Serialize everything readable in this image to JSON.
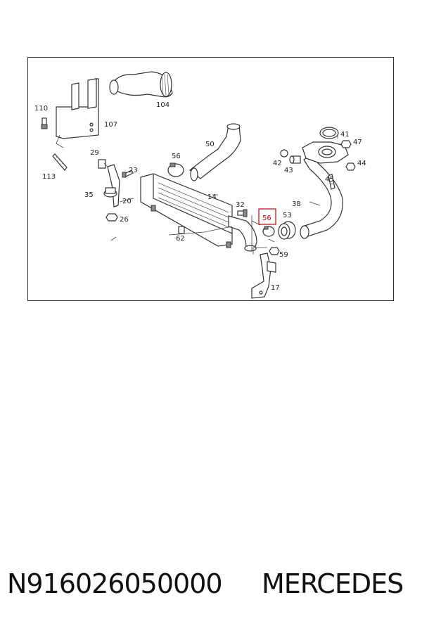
{
  "diagram": {
    "labels": {
      "l110": "110",
      "l107": "107",
      "l104": "104",
      "l113": "113",
      "l29": "29",
      "l23": "23",
      "l35": "35",
      "l20": "20",
      "l26": "26",
      "l56a": "56",
      "l50": "50",
      "l14": "14",
      "l62": "62",
      "l32": "32",
      "l56b": "56",
      "l53": "53",
      "l38": "38",
      "l59": "59",
      "l17": "17",
      "l41": "41",
      "l47": "47",
      "l42": "42",
      "l43": "43",
      "l44": "44",
      "l45": "45"
    },
    "highlighted_label": "56",
    "highlight_color": "#cc0000"
  },
  "footer": {
    "part_number": "N916026050000",
    "brand": "MERCEDES"
  }
}
